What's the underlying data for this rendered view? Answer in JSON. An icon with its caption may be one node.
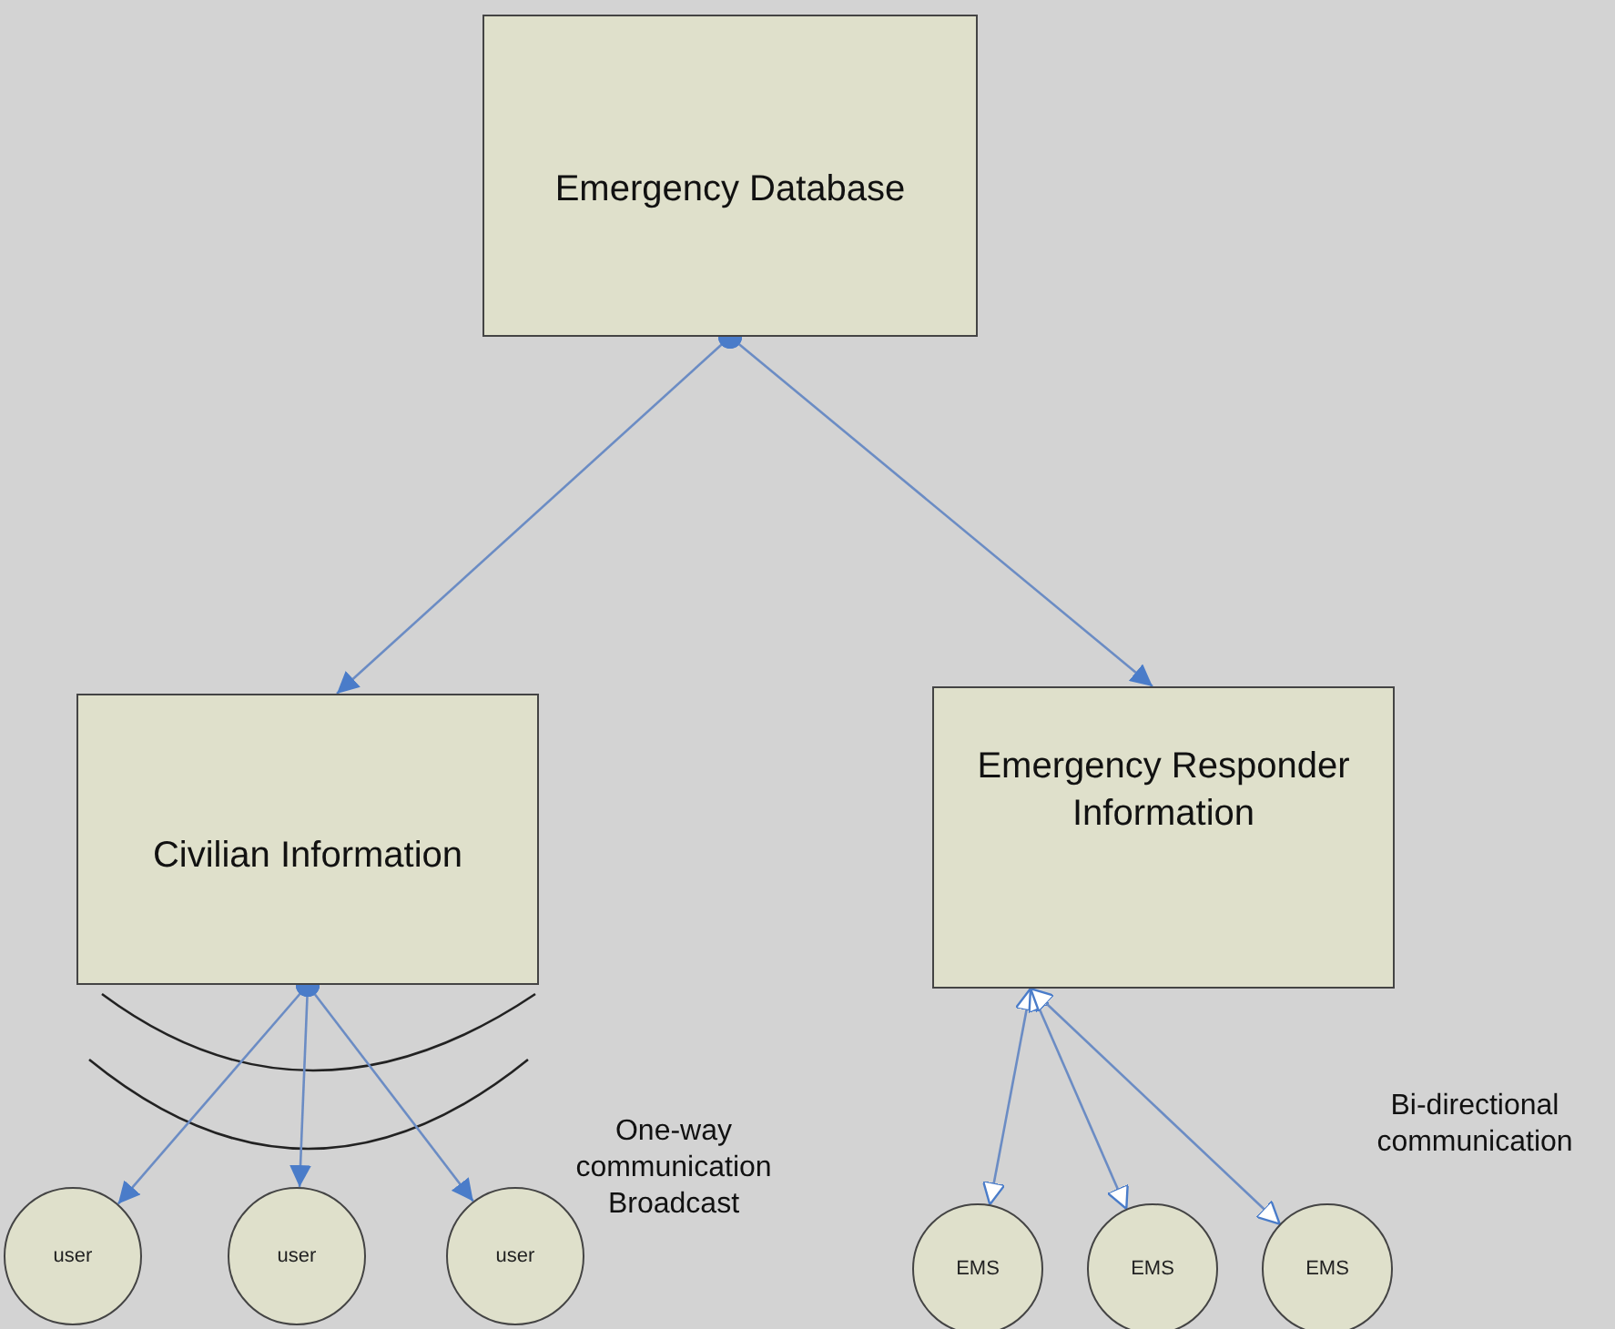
{
  "diagram": {
    "nodes": [
      {
        "text": [
          "Emergency Database"
        ]
      },
      {
        "text": [
          "Civilian Information"
        ]
      },
      {
        "text": [
          "Emergency Responder Information"
        ]
      },
      {
        "text": [
          "user"
        ]
      },
      {
        "text": [
          "user"
        ]
      },
      {
        "text": [
          "user"
        ]
      },
      {
        "text": [
          "EMS"
        ]
      },
      {
        "text": [
          "EMS"
        ]
      },
      {
        "text": [
          "EMS"
        ]
      }
    ],
    "edges": [
      {
        "from": 0,
        "to": 1,
        "arrow": "to"
      },
      {
        "from": 0,
        "to": 2,
        "arrow": "to"
      },
      {
        "from": 1,
        "to": 3,
        "arrow": "to"
      },
      {
        "from": 1,
        "to": 4,
        "arrow": "to"
      },
      {
        "from": 1,
        "to": 5,
        "arrow": "to"
      },
      {
        "from": 2,
        "to": 6,
        "arrow": "both"
      },
      {
        "from": 2,
        "to": 7,
        "arrow": "both"
      },
      {
        "from": 2,
        "to": 8,
        "arrow": "both"
      }
    ],
    "labels": [
      "One-way communication Broadcast",
      "Bi-directional communication"
    ]
  }
}
